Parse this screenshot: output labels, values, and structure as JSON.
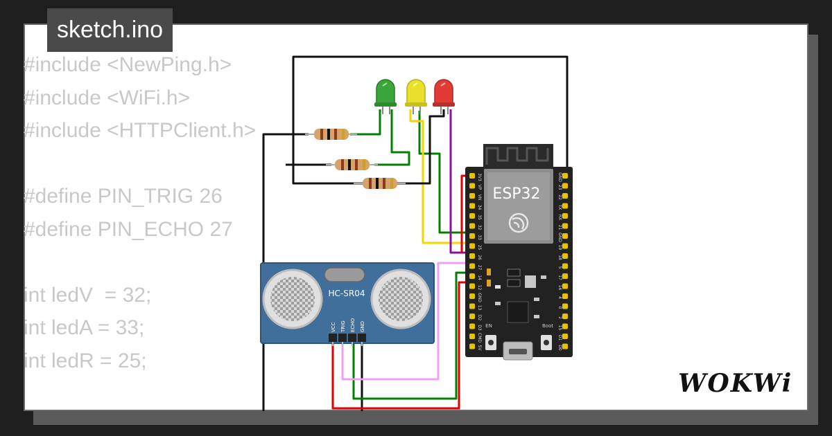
{
  "sketch": {
    "filename": "sketch.ino"
  },
  "code_lines": [
    "#include <NewPing.h>",
    "#include <WiFi.h>",
    "#include <HTTPClient.h>",
    "",
    "#define PIN_TRIG 26",
    "#define PIN_ECHO 27",
    "",
    "int ledV  = 32;",
    "int ledA = 33;",
    "int ledR = 25;"
  ],
  "esp32": {
    "label": "ESP32",
    "left_pins": [
      "3V3",
      "VP",
      "VN",
      "34",
      "35",
      "32",
      "33",
      "25",
      "26",
      "27",
      "14",
      "12",
      "GND",
      "13",
      "D2",
      "D3",
      "CMD",
      "5V"
    ],
    "right_pins": [
      "GND",
      "23",
      "22",
      "TX",
      "RX",
      "21",
      "GND",
      "19",
      "18",
      "5",
      "17",
      "16",
      "4",
      "0",
      "2",
      "15",
      "D1",
      "D0"
    ],
    "en_label": "EN",
    "boot_label": "Boot"
  },
  "sensor": {
    "label": "HC-SR04",
    "pins": [
      "VCC",
      "TRIG",
      "ECHO",
      "GND"
    ]
  },
  "leds": [
    {
      "color": "green",
      "hex": "#3aa53a"
    },
    {
      "color": "yellow",
      "hex": "#e8e02a"
    },
    {
      "color": "red",
      "hex": "#e23b35"
    }
  ],
  "wire_colors": {
    "black": "#000000",
    "green": "#008000",
    "yellow": "#f2d600",
    "purple": "#8a0fa0",
    "red": "#e00000",
    "pink": "#f0a0f0"
  },
  "brand": {
    "logo_text": "WOKWi"
  }
}
